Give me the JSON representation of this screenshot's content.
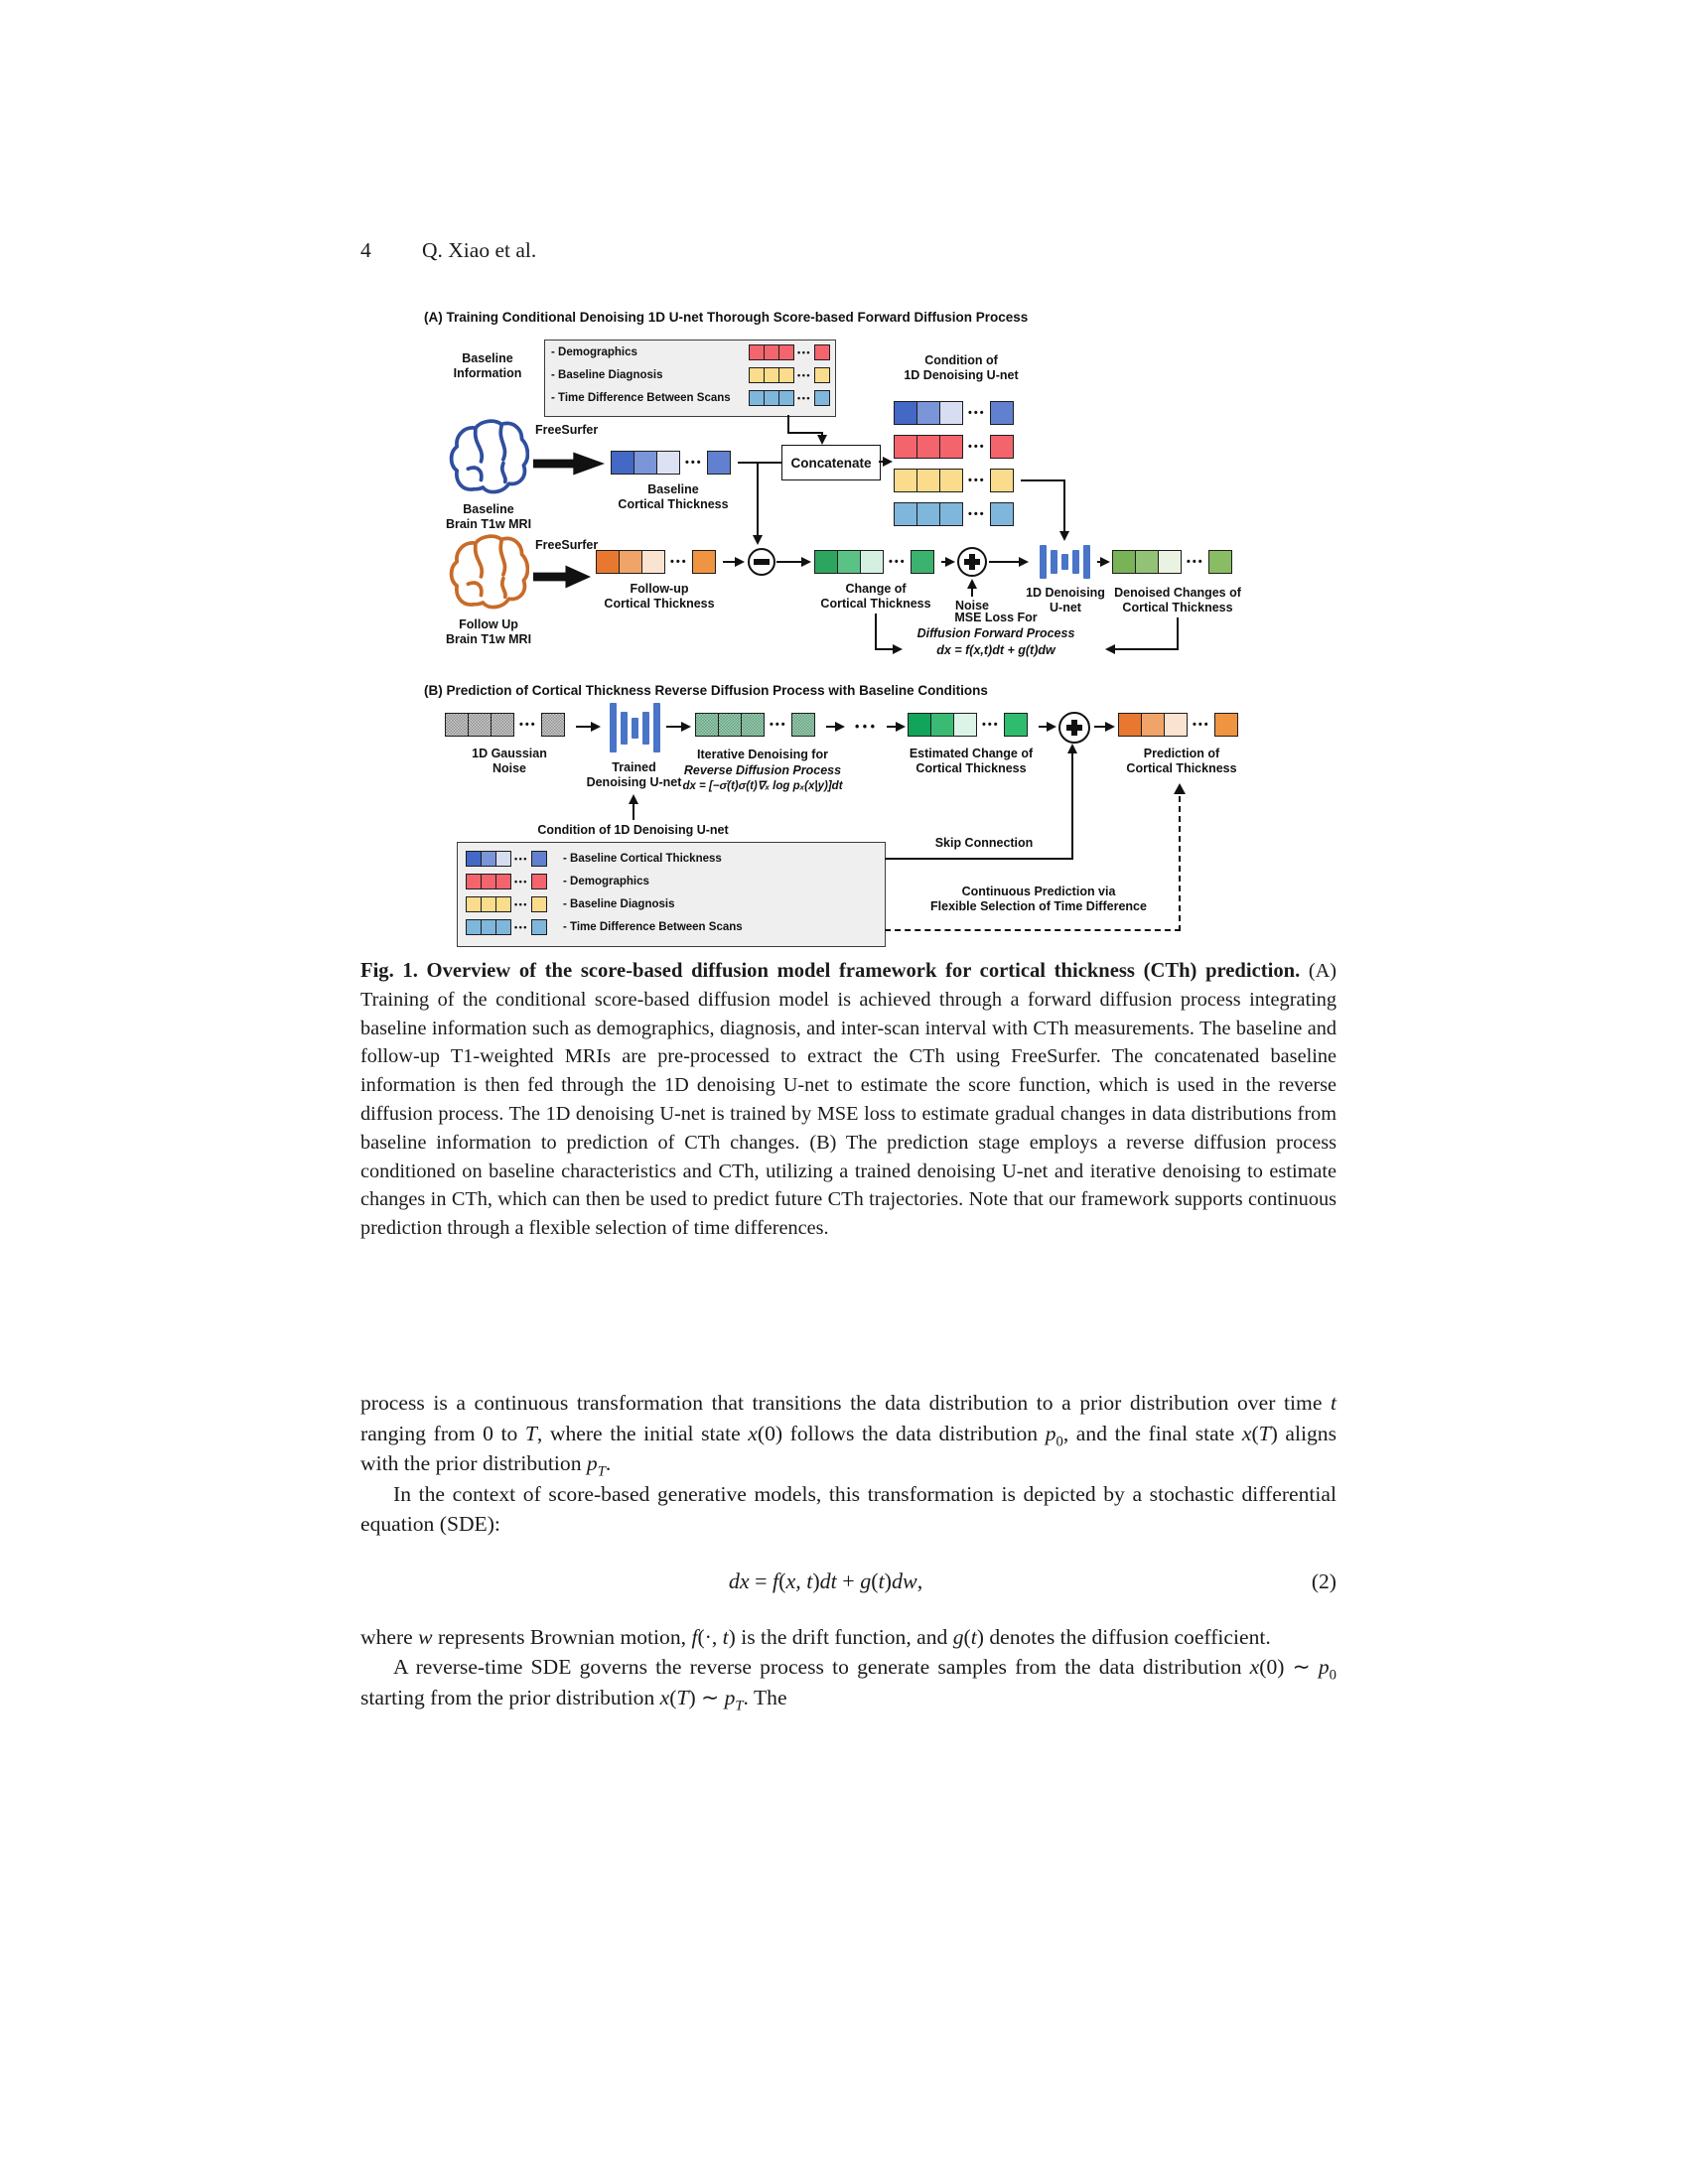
{
  "page": {
    "number": "4",
    "running_head": "Q. Xiao et al."
  },
  "figure": {
    "dots": "•••",
    "ellipsis_mid": "• • •",
    "partA": {
      "title": "(A) Training Conditional Denoising 1D U-net Thorough Score-based Forward Diffusion Process",
      "baseline_info_label": "Baseline\nInformation",
      "info_items": [
        "- Demographics",
        "- Baseline Diagnosis",
        "- Time Difference Between Scans"
      ],
      "condition_label": "Condition of\n1D Denoising U-net",
      "freesurfer": "FreeSurfer",
      "baseline_mri_label": "Baseline\nBrain T1w MRI",
      "followup_mri_label": "Follow Up\nBrain T1w MRI",
      "baseline_cth_label": "Baseline\nCortical Thickness",
      "concatenate": "Concatenate",
      "followup_cth_label": "Follow-up\nCortical Thickness",
      "change_cth_label": "Change of\nCortical Thickness",
      "noise": "Noise",
      "unet_label": "1D Denoising\nU-net",
      "denoised_label": "Denoised Changes of\nCortical Thickness",
      "mse_loss": [
        "MSE Loss For",
        "Diffusion Forward Process",
        "dx = f(x,t)dt + g(t)dw"
      ]
    },
    "partB": {
      "title": "(B) Prediction of Cortical Thickness Reverse Diffusion Process with Baseline Conditions",
      "gaussian_label": "1D Gaussian\nNoise",
      "trained_unet_label": "Trained\nDenoising U-net",
      "iterative_label": [
        "Iterative Denoising for",
        "Reverse Diffusion Process",
        "dx = [−σ̇(t)σ(t)∇ₓ log pₓ(x|y)]dt"
      ],
      "estimated_label": "Estimated Change of\nCortical Thickness",
      "prediction_label": "Prediction of\nCortical Thickness",
      "condition_box_label": "Condition of 1D Denoising U-net",
      "condition_items": [
        "- Baseline Cortical Thickness",
        "- Demographics",
        "- Baseline Diagnosis",
        "- Time Difference Between Scans"
      ],
      "skip_label": "Skip Connection",
      "continuous_label": "Continuous Prediction via\nFlexible Selection of Time Difference"
    },
    "strips": {
      "info_demographics": {
        "colors": [
          "#F4646D",
          "#F4646D",
          "#F4646D"
        ],
        "single": "#F4646D"
      },
      "info_diagnosis": {
        "colors": [
          "#FADC8C",
          "#FADC8C",
          "#FADC8C"
        ],
        "single": "#FADC8C"
      },
      "info_timediff": {
        "colors": [
          "#7FB6DC",
          "#7FB6DC",
          "#7FB6DC"
        ],
        "single": "#7FB6DC"
      },
      "baseline_cth": {
        "colors": [
          "#4368C5",
          "#7A95D8",
          "#DCE2F4"
        ],
        "single": "#6180D0"
      },
      "cond_blue": {
        "colors": [
          "#4368C5",
          "#7A95D8",
          "#D8DEF2"
        ],
        "single": "#6180D0"
      },
      "cond_red": {
        "colors": [
          "#F4646D",
          "#F4646D",
          "#F4646D"
        ],
        "single": "#F4646D"
      },
      "cond_yellow": {
        "colors": [
          "#FADC8C",
          "#FADC8C",
          "#FADC8C"
        ],
        "single": "#FADC8C"
      },
      "cond_skyblue": {
        "colors": [
          "#7FB6DC",
          "#7FB6DC",
          "#7FB6DC"
        ],
        "single": "#7FB6DC"
      },
      "followup_cth": {
        "colors": [
          "#E8782F",
          "#F1A469",
          "#FBE3D2"
        ],
        "single": "#EF9440"
      },
      "change_cth": {
        "colors": [
          "#2CA55E",
          "#5BC286",
          "#D5F0E0"
        ],
        "single": "#3BB26D"
      },
      "denoised_cth": {
        "colors": [
          "#79B257",
          "#92C276",
          "#EAF2E1"
        ],
        "single": "#89BD64"
      },
      "gaussian_noise": {
        "texture": "gray"
      },
      "iterative_noise": {
        "texture": "green"
      },
      "estimated_cth": {
        "colors": [
          "#12A45A",
          "#3BBA74",
          "#DCF3E7"
        ],
        "single": "#2FBC6F"
      },
      "prediction_cth": {
        "colors": [
          "#E8782F",
          "#F1A469",
          "#FBE3D2"
        ],
        "single": "#EF9440"
      }
    },
    "colors": {
      "unet_bar": "#4A74C8",
      "brain_baseline": "#2F4E9E",
      "brain_followup": "#C86B28"
    }
  },
  "caption": {
    "lead": "Fig. 1. Overview of the score-based diffusion model framework for cortical thickness (CTh) prediction.",
    "body": " (A) Training of the conditional score-based diffusion model is achieved through a forward diffusion process integrating baseline information such as demographics, diagnosis, and inter-scan interval with CTh measurements. The baseline and follow-up T1-weighted MRIs are pre-processed to extract the CTh using FreeSurfer. The concatenated baseline information is then fed through the 1D denoising U-net to estimate the score function, which is used in the reverse diffusion process. The 1D denoising U-net is trained by MSE loss to estimate gradual changes in data distributions from baseline information to prediction of CTh changes. (B) The prediction stage employs a reverse diffusion process conditioned on baseline characteristics and CTh, utilizing a trained denoising U-net and iterative denoising to estimate changes in CTh, which can then be used to predict future CTh trajectories. Note that our framework supports continuous prediction through a flexible selection of time differences."
  },
  "body": {
    "p1_frags": [
      {
        "t": "process is a continuous transformation that transitions the data distribution to a prior distribution over time ",
        "s": "n"
      },
      {
        "t": "t",
        "s": "i"
      },
      {
        "t": " ranging from 0 to ",
        "s": "n"
      },
      {
        "t": "T",
        "s": "i"
      },
      {
        "t": ", where the initial state ",
        "s": "n"
      },
      {
        "t": "x",
        "s": "i"
      },
      {
        "t": "(0) follows the data distribution ",
        "s": "n"
      },
      {
        "t": "p",
        "s": "i"
      },
      {
        "t": "0",
        "s": "sub"
      },
      {
        "t": ", and the final state ",
        "s": "n"
      },
      {
        "t": "x",
        "s": "i"
      },
      {
        "t": "(",
        "s": "n"
      },
      {
        "t": "T",
        "s": "i"
      },
      {
        "t": ") aligns with the prior distribution ",
        "s": "n"
      },
      {
        "t": "p",
        "s": "i"
      },
      {
        "t": "T",
        "s": "isub"
      },
      {
        "t": ".",
        "s": "n"
      }
    ],
    "p2": "In the context of score-based generative models, this transformation is depicted by a stochastic differential equation (SDE):",
    "equation_frags": [
      {
        "t": "dx",
        "s": "i"
      },
      {
        "t": " = ",
        "s": "n"
      },
      {
        "t": "f",
        "s": "i"
      },
      {
        "t": "(",
        "s": "n"
      },
      {
        "t": "x, t",
        "s": "i"
      },
      {
        "t": ")",
        "s": "n"
      },
      {
        "t": "dt",
        "s": "i"
      },
      {
        "t": " + ",
        "s": "n"
      },
      {
        "t": "g",
        "s": "i"
      },
      {
        "t": "(",
        "s": "n"
      },
      {
        "t": "t",
        "s": "i"
      },
      {
        "t": ")",
        "s": "n"
      },
      {
        "t": "dw",
        "s": "i"
      },
      {
        "t": ",",
        "s": "n"
      }
    ],
    "equation_tag": "(2)",
    "p3_frags": [
      {
        "t": "where ",
        "s": "n"
      },
      {
        "t": "w",
        "s": "i"
      },
      {
        "t": " represents Brownian motion, ",
        "s": "n"
      },
      {
        "t": "f",
        "s": "i"
      },
      {
        "t": "(·, ",
        "s": "n"
      },
      {
        "t": "t",
        "s": "i"
      },
      {
        "t": ") is the drift function, and ",
        "s": "n"
      },
      {
        "t": "g",
        "s": "i"
      },
      {
        "t": "(",
        "s": "n"
      },
      {
        "t": "t",
        "s": "i"
      },
      {
        "t": ") denotes the diffusion coefficient.",
        "s": "n"
      }
    ],
    "p4_frags": [
      {
        "t": "A reverse-time SDE governs the reverse process to generate samples from the data distribution ",
        "s": "n"
      },
      {
        "t": "x",
        "s": "i"
      },
      {
        "t": "(0) ∼ ",
        "s": "n"
      },
      {
        "t": "p",
        "s": "i"
      },
      {
        "t": "0",
        "s": "sub"
      },
      {
        "t": " starting from the prior distribution ",
        "s": "n"
      },
      {
        "t": "x",
        "s": "i"
      },
      {
        "t": "(",
        "s": "n"
      },
      {
        "t": "T",
        "s": "i"
      },
      {
        "t": ") ∼ ",
        "s": "n"
      },
      {
        "t": "p",
        "s": "i"
      },
      {
        "t": "T",
        "s": "isub"
      },
      {
        "t": ". The",
        "s": "n"
      }
    ]
  }
}
